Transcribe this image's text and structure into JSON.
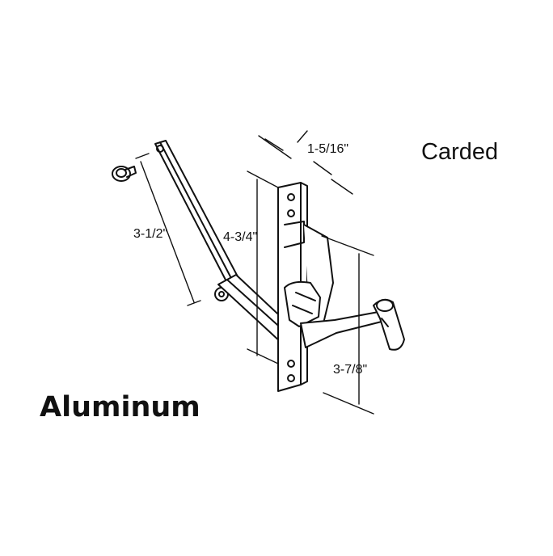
{
  "labels": {
    "carded": "Carded",
    "material": "Aluminum"
  },
  "dimensions": {
    "width": "1-5/16\"",
    "arm_length": "3-1/2\"",
    "plate_height": "4-3/4\"",
    "hole_spacing": "3-7/8\""
  },
  "colors": {
    "line": "#111111",
    "background": "#ffffff"
  }
}
